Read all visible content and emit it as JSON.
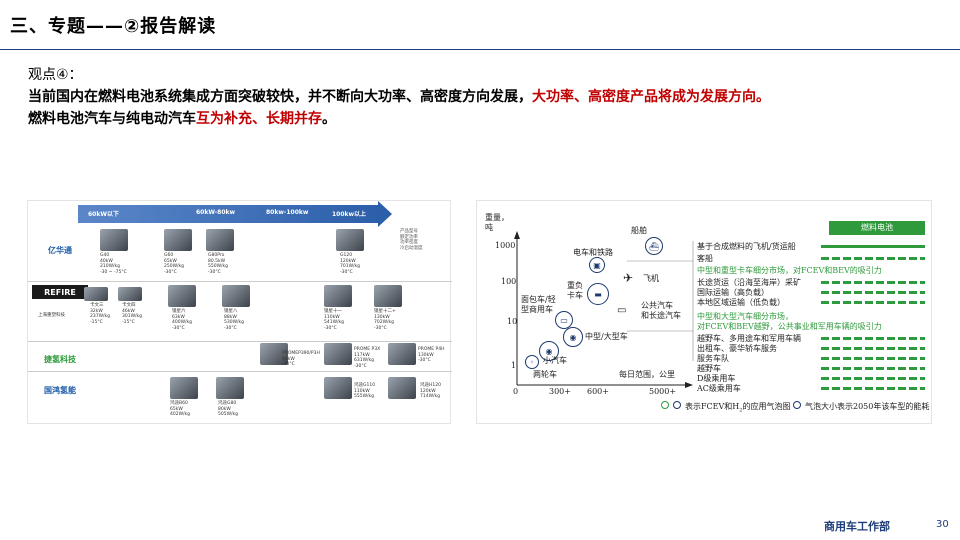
{
  "header": {
    "title": "三、专题——②报告解读"
  },
  "viewpoint": {
    "label": "观点④：",
    "line1_a": "当前国内在燃料电池系统集成方面突破较快，并不断向大功率、高密度方向发展，",
    "line1_b": "大功率、高密度产品将成为发展方向。",
    "line2_a": "燃料电池汽车与纯电动汽车",
    "line2_b": "互为补充、长期并存",
    "line2_c": "。"
  },
  "left_figure": {
    "power_ranges": [
      "60kW以下",
      "60kW-80kw",
      "80kw-100kw",
      "100kw以上"
    ],
    "note": "产品型号\n额定功率\n功率密度\n冷启动温度",
    "companies": [
      "亿华通",
      "REFIRE",
      "捷氢科技",
      "国鸿氢能"
    ],
    "products": [
      {
        "text": "G40\n40kW\n210W/kg\n-30 ~ -75°C"
      },
      {
        "text": "G60\n65kW\n250W/kg\n-30°C"
      },
      {
        "text": "G80Pro\n80.5kW\n550W/kg\n-30°C"
      },
      {
        "text": "G120\n120kW\n701W/kg\n-30°C"
      },
      {
        "text": "卡文三\n32kW\n237W/kg\n-15°C"
      },
      {
        "text": "卡文四\n46kW\n301W/kg\n-15°C"
      },
      {
        "text": "镜星六\n63kW\n400W/kg\n-30°C"
      },
      {
        "text": "镜星八\n88kW\n530W/kg\n-30°C"
      },
      {
        "text": "镜星十一\n110kW\n541W/kg\n-30°C"
      },
      {
        "text": "镜星十二+\n130kW\n702W/kg\n-30°C"
      },
      {
        "text": "PROMEP390/P3H\n92kW\n-30°C"
      },
      {
        "text": "PROME P3X\n117kW\n631W/kg\n-30°C"
      },
      {
        "text": "PROME P4H\n130kW\n-30°C"
      },
      {
        "text": "鸿途B60\n65kW\n402W/kg"
      },
      {
        "text": "鸿途G80\n80kW\n505W/kg"
      },
      {
        "text": "鸿途G110\n110kW\n555W/kg"
      },
      {
        "text": "鸿途H120\n120kW\n714W/kg"
      }
    ],
    "refire_sub": "上海重塑科技"
  },
  "right_figure": {
    "y_axis_label": "重量，\n吨",
    "y_ticks": [
      "1000",
      "100",
      "10",
      "1"
    ],
    "x_ticks": [
      "0",
      "300+",
      "600+",
      "5000+"
    ],
    "x_axis_label": "每日范围，公里",
    "bubbles": [
      "电车和铁路",
      "船舶",
      "飞机",
      "重负\n卡车",
      "面包车/轻\n型商用车",
      "公共汽车\n和长途汽车",
      "中型/大型车",
      "小汽车",
      "两轮车"
    ],
    "legend_header": "燃料电池",
    "applications": [
      "基于合成燃料的飞机/货运船",
      "客船",
      "中型和重型卡车细分市场，对FCEV和BEV的吸引力",
      "长途货运（沿海至海岸）采矿",
      "国际运输（高负载）",
      "本地区域运输（低负载）",
      "中型和大型汽车细分市场，",
      "对FCEV和BEV越野，公共事业和军用车辆的吸引力",
      "越野车、多用途车和军用车辆",
      "出租车、豪华轿车服务",
      "服务车队",
      "越野车",
      "D级乘用车",
      "AC级乘用车"
    ],
    "legend_note_1": "表示FCEV和H",
    "legend_note_sub": "2",
    "legend_note_2": "的应用气泡图",
    "legend_note_3": "气泡大小表示2050年该车型的能耗"
  },
  "footer": {
    "brand": "商用车工作部",
    "page": "30"
  }
}
